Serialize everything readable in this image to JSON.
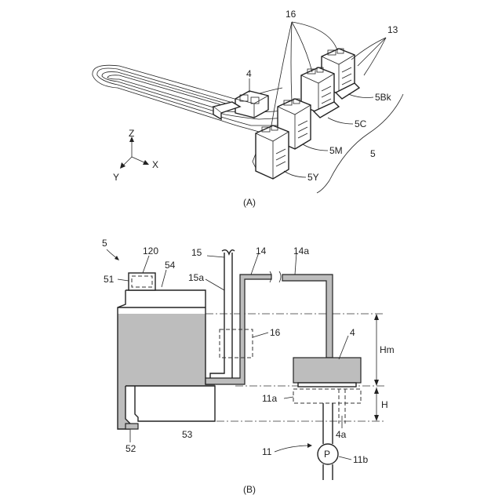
{
  "figure_a": {
    "caption": "(A)",
    "labels": {
      "tube_bundle": "16",
      "cartridge_group": "13",
      "head": "4",
      "black": "5Bk",
      "cyan": "5C",
      "magenta": "5M",
      "yellow": "5Y",
      "assembly": "5"
    },
    "axes": {
      "z": "Z",
      "y": "Y",
      "x": "X"
    }
  },
  "figure_b": {
    "caption": "(B)",
    "labels": {
      "assembly": "5",
      "cap": "120",
      "upper_chamber": "54",
      "vent": "51",
      "air_tube": "15",
      "air_tube_inner": "15a",
      "supply_tube": "14",
      "supply_tube_inner": "14a",
      "sensor": "16",
      "head": "4",
      "height_m": "Hm",
      "height": "H",
      "cap_unit": "11a",
      "nozzle": "4a",
      "lower_chamber": "53",
      "outlet": "52",
      "pump_unit": "11",
      "pump": "P",
      "pump_label": "11b"
    }
  }
}
